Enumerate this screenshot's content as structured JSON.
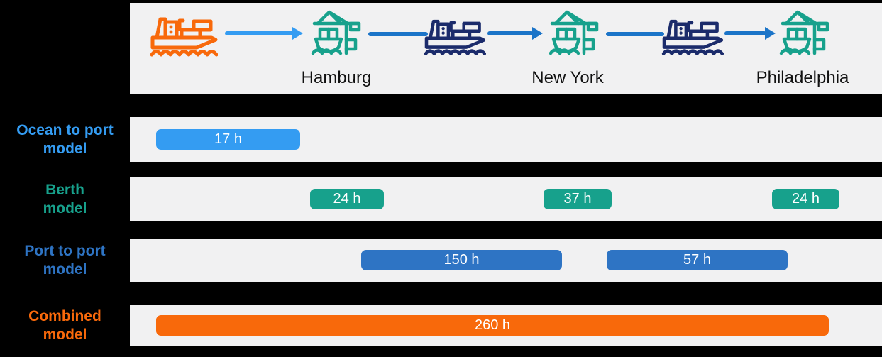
{
  "palette": {
    "background": "#000000",
    "strip_gray": "#F1F1F2",
    "orange": "#F8690B",
    "light_blue": "#349CF2",
    "teal": "#17A18C",
    "bar_blue": "#2E74C4",
    "arrow_blue": "#1B74C8",
    "navy": "#1B2B6B",
    "port_label_color": "#111111",
    "bar_text": "#FFFFFF"
  },
  "route": {
    "ports": [
      {
        "name": "Hamburg"
      },
      {
        "name": "New York"
      },
      {
        "name": "Philadelphia"
      }
    ]
  },
  "rows": [
    {
      "id": "ocean-to-port",
      "label_lines": [
        "Ocean to port",
        "model"
      ],
      "color": "#349CF2",
      "bars": [
        {
          "text": "17 h",
          "hours": 17
        }
      ]
    },
    {
      "id": "berth",
      "label_lines": [
        "Berth",
        "model"
      ],
      "color": "#17A18C",
      "bars": [
        {
          "text": "24 h",
          "hours": 24
        },
        {
          "text": "37 h",
          "hours": 37
        },
        {
          "text": "24 h",
          "hours": 24
        }
      ]
    },
    {
      "id": "port-to-port",
      "label_lines": [
        "Port to port",
        "model"
      ],
      "color": "#2E74C4",
      "bars": [
        {
          "text": "150 h",
          "hours": 150
        },
        {
          "text": "57 h",
          "hours": 57
        }
      ]
    },
    {
      "id": "combined",
      "label_lines": [
        "Combined",
        "model"
      ],
      "color": "#F8690B",
      "bars": [
        {
          "text": "260 h",
          "hours": 260
        }
      ]
    }
  ],
  "chart_data": {
    "type": "bar",
    "subtype": "timeline-gantt",
    "ports": [
      "Hamburg",
      "New York",
      "Philadelphia"
    ],
    "rows": [
      {
        "label": "Ocean to port model",
        "segments": [
          {
            "label": "17 h",
            "hours": 17,
            "position": "before Hamburg"
          }
        ]
      },
      {
        "label": "Berth model",
        "segments": [
          {
            "label": "24 h",
            "hours": 24,
            "position": "Hamburg"
          },
          {
            "label": "37 h",
            "hours": 37,
            "position": "New York"
          },
          {
            "label": "24 h",
            "hours": 24,
            "position": "Philadelphia"
          }
        ]
      },
      {
        "label": "Port to port model",
        "segments": [
          {
            "label": "150 h",
            "hours": 150,
            "position": "Hamburg to New York"
          },
          {
            "label": "57 h",
            "hours": 57,
            "position": "New York to Philadelphia"
          }
        ]
      },
      {
        "label": "Combined model",
        "segments": [
          {
            "label": "260 h",
            "hours": 260,
            "position": "full voyage"
          }
        ]
      }
    ]
  }
}
